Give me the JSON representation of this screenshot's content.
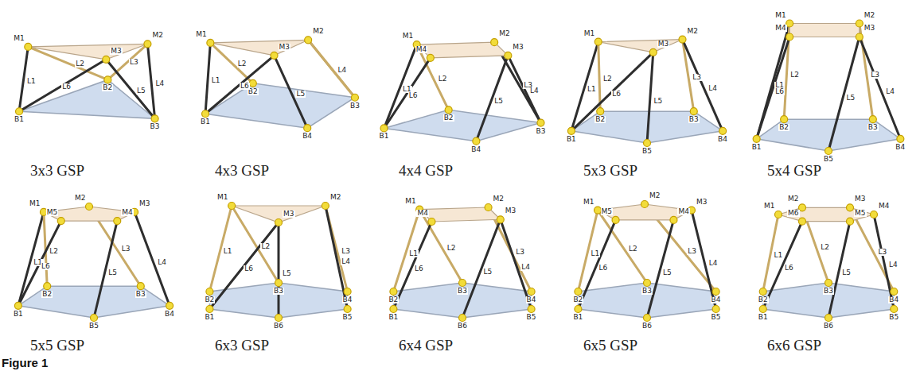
{
  "diagram": {
    "caption": "Figure 1",
    "labels": [
      "M1",
      "M2",
      "M3",
      "B1",
      "B2",
      "B3",
      "L1",
      "L2",
      "L3",
      "L4",
      "L5",
      "L6",
      "3x3 GSP",
      "M1",
      "M2",
      "M3",
      "B1",
      "B2",
      "B3",
      "B4",
      "L1",
      "L2",
      "L3",
      "L4",
      "L5",
      "L6",
      "4x3 GSP",
      "M1",
      "M2",
      "M3",
      "M4",
      "B1",
      "B2",
      "B3",
      "B4",
      "L1",
      "L2",
      "L3",
      "L4",
      "L5",
      "L6",
      "4x4 GSP",
      "M1",
      "M2",
      "M3",
      "B1",
      "B2",
      "B3",
      "B4",
      "B5",
      "L1",
      "L2",
      "L3",
      "L4",
      "L5",
      "L6",
      "5x3 GSP",
      "M1",
      "M2",
      "M3",
      "M4",
      "B1",
      "B2",
      "B3",
      "B4",
      "B5",
      "L1",
      "L2",
      "L3",
      "L4",
      "L5",
      "L6",
      "5x4 GSP",
      "M1",
      "M2",
      "M3",
      "M4",
      "M5",
      "B1",
      "B2",
      "B3",
      "B4",
      "B5",
      "L1",
      "L2",
      "L3",
      "L4",
      "L5",
      "L6",
      "5x5 GSP",
      "M1",
      "M2",
      "M3",
      "B1",
      "B2",
      "B3",
      "B4",
      "B5",
      "B6",
      "L1",
      "L2",
      "L3",
      "L4",
      "L5",
      "L6",
      "6x3 GSP",
      "M1",
      "M2",
      "M3",
      "M4",
      "B1",
      "B2",
      "B3",
      "B4",
      "B5",
      "B6",
      "L1",
      "L2",
      "L3",
      "L4",
      "L5",
      "L6",
      "6x4 GSP",
      "M1",
      "M2",
      "M3",
      "M4",
      "M5",
      "B1",
      "B2",
      "B3",
      "B4",
      "B5",
      "B6",
      "L1",
      "L2",
      "L3",
      "L4",
      "L5",
      "L6",
      "6x5 GSP",
      "M1",
      "M2",
      "M3",
      "M4",
      "M5",
      "M6",
      "B1",
      "B2",
      "B3",
      "B4",
      "B5",
      "B6",
      "L1",
      "L2",
      "L3",
      "L4",
      "L5",
      "L6",
      "6x6 GSP"
    ]
  }
}
